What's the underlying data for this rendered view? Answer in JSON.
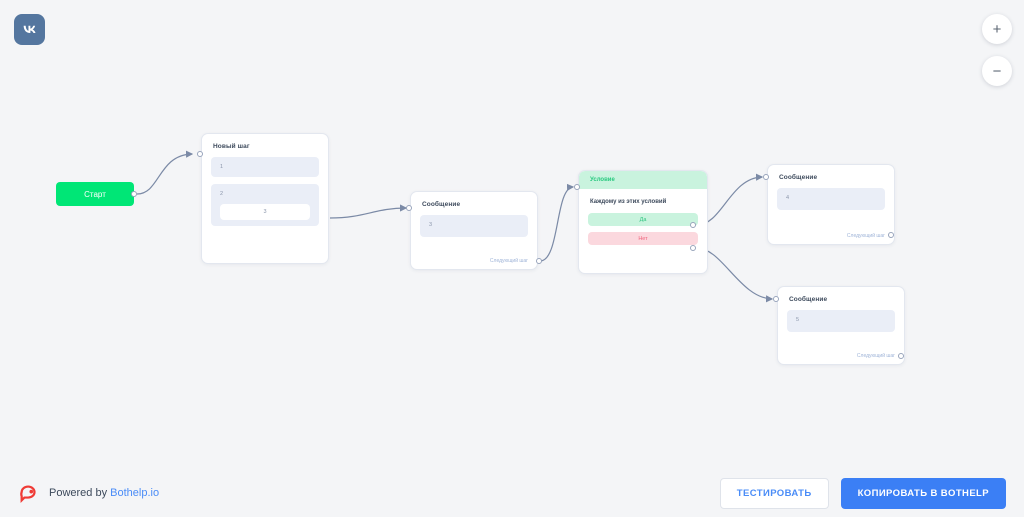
{
  "app": {
    "channel_icon": "vk-icon",
    "canvas_bg": "#f4f5f7"
  },
  "zoom_controls": {
    "zoom_in_label": "+",
    "zoom_out_label": "−"
  },
  "flow": {
    "start": {
      "label": "Старт",
      "color": "#00e676"
    },
    "nodes": [
      {
        "id": "new-step",
        "title": "Новый шаг",
        "blocks": [
          {
            "text": "1"
          },
          {
            "text": "2",
            "inner_button": "3"
          }
        ]
      },
      {
        "id": "message-1",
        "title": "Сообщение",
        "blocks": [
          {
            "text": "3"
          }
        ],
        "next_step": "Следующий шаг"
      },
      {
        "id": "condition",
        "title": "Условие",
        "subtitle": "Каждому из этих условий",
        "branches": [
          {
            "label": "Да",
            "color": "#2fc47f",
            "bg": "#c9f3de"
          },
          {
            "label": "Нет",
            "color": "#f0667e",
            "bg": "#fbd8de"
          }
        ]
      },
      {
        "id": "message-2",
        "title": "Сообщение",
        "blocks": [
          {
            "text": "4"
          }
        ],
        "next_step": "Следующий шаг"
      },
      {
        "id": "message-3",
        "title": "Сообщение",
        "blocks": [
          {
            "text": "5"
          }
        ],
        "next_step": "Следующий шаг"
      }
    ]
  },
  "footer": {
    "powered_prefix": "Powered by ",
    "powered_link": "Bothelp.io",
    "logo_icon": "bothelp-chat-icon",
    "test_button": "ТЕСТИРОВАТЬ",
    "copy_button": "КОПИРОВАТЬ В BOTHELP",
    "primary_color": "#3b7ff5"
  }
}
